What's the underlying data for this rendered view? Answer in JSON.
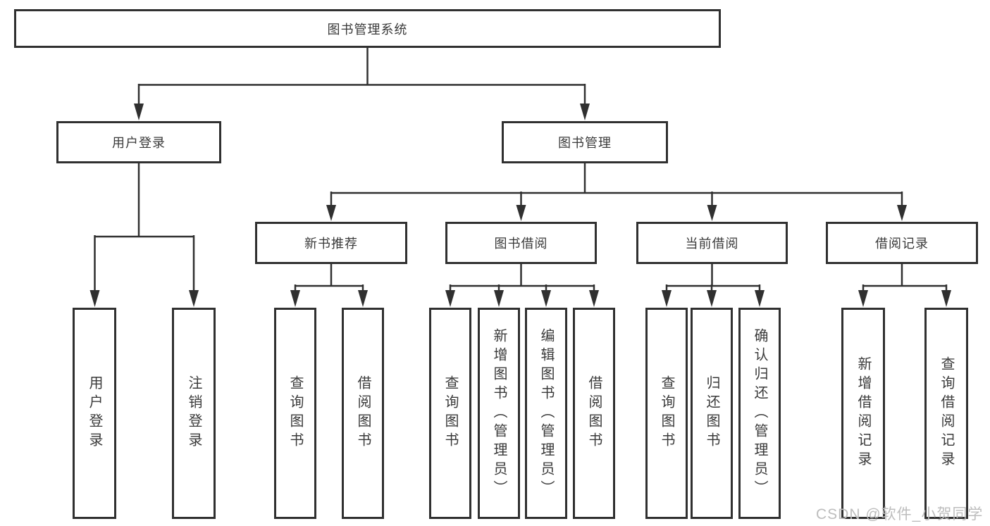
{
  "tree": {
    "root": "图书管理系统",
    "user_login": {
      "label": "用户登录",
      "leaves": [
        "用户登录",
        "注销登录"
      ]
    },
    "book_management": {
      "label": "图书管理",
      "new_book": {
        "label": "新书推荐",
        "leaves": [
          "查询图书",
          "借阅图书"
        ]
      },
      "book_borrow": {
        "label": "图书借阅",
        "leaves": [
          "查询图书",
          "新增图书（管理员）",
          "编辑图书（管理员）",
          "借阅图书"
        ]
      },
      "current_borrow": {
        "label": "当前借阅",
        "leaves": [
          "查询图书",
          "归还图书",
          "确认归还（管理员）"
        ]
      },
      "borrow_records": {
        "label": "借阅记录",
        "leaves": [
          "新增借阅记录",
          "查询借阅记录"
        ]
      }
    }
  },
  "watermark": "CSDN @软件_小贺同学",
  "colors": {
    "line": "#303030",
    "text": "#3a3a3a",
    "watermark": "#bdbdbd",
    "background": "#ffffff"
  }
}
